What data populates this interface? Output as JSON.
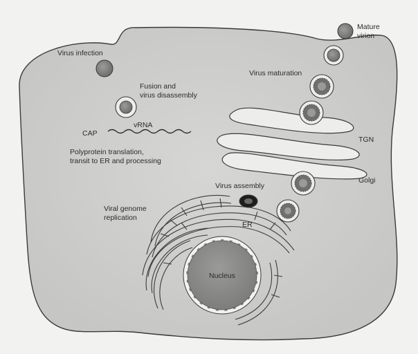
{
  "labels": {
    "virus_infection": "Virus infection",
    "fusion_1": "Fusion and",
    "fusion_2": "virus disassembly",
    "cap": "CAP",
    "vrna": "vRNA",
    "polyprotein_1": "Polyprotein translation,",
    "polyprotein_2": "transit to ER and processing",
    "mature_1": "Mature",
    "mature_2": "virion",
    "maturation": "Virus maturation",
    "tgn": "TGN",
    "golgi": "Golgi",
    "assembly": "Virus assembly",
    "replication_1": "Viral genome",
    "replication_2": "replication",
    "er": "ER",
    "nucleus": "Nucleus"
  },
  "colors": {
    "background": "#f2f2f0",
    "cytoplasm": "#cfcfcd",
    "outline": "#3a3a3a",
    "organelle_fill": "#ededeb",
    "virion_core": "#8a8a88",
    "nucleus_fill": "#8c8c8a"
  }
}
